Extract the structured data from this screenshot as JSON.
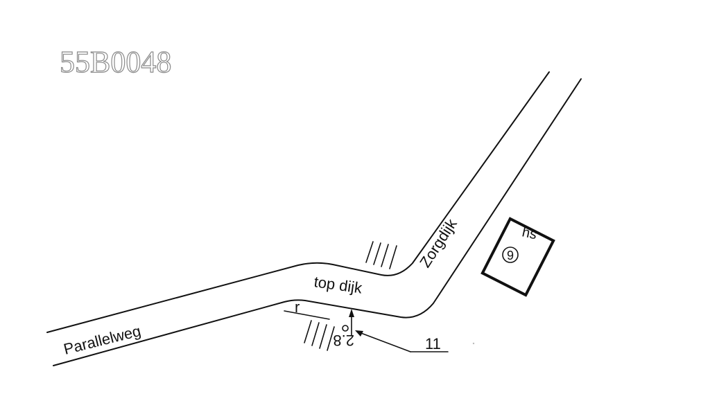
{
  "document_id": "55B0048",
  "labels": {
    "road_left": "Parallelweg",
    "road_right": "Zorgdijk",
    "dike_top": "top dijk",
    "marker_r": "r",
    "measurement": "2.8",
    "reference_number": "11",
    "building_tag": "hs",
    "house_number": "9"
  },
  "colors": {
    "ink": "#111111",
    "stamp_outline": "#8a8a8a"
  }
}
